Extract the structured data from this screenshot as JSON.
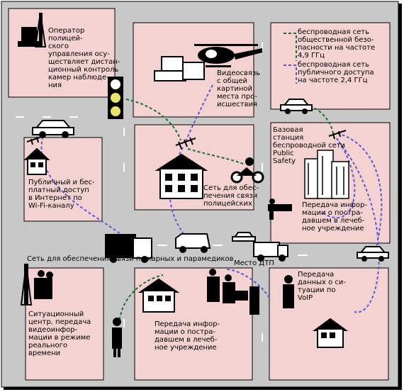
{
  "colors": {
    "street": "#c8c8c8",
    "block": "#f5d2d2",
    "block_border": "#000000",
    "security_link": "#1f6e2a",
    "public_link": "#5a5ad2",
    "frame_shadow": "#000000"
  },
  "legend": {
    "security_network": [
      "беспроводная сеть",
      "общественной безо-",
      "пасности на частоте",
      "4,9 ГГц"
    ],
    "public_network": [
      "беспроводная сеть",
      "публичного доступа",
      "на частоте 2,4 ГГц"
    ]
  },
  "labels": {
    "operator": [
      "Оператор",
      "полицей-",
      "ского",
      "управления осу-",
      "ществляет дистан-",
      "ционный контроль",
      "камер наблюде-",
      "ния"
    ],
    "video": [
      "Видеосвязь",
      "с общей",
      "картиной",
      "места про-",
      "исшествия"
    ],
    "base_station": [
      "Базовая",
      "станция",
      "беспроводной сети",
      "Public",
      "Safety"
    ],
    "public_wifi": [
      "Публичный и бес-",
      "платный доступ",
      "в Интернет по",
      "Wi-Fi-каналу"
    ],
    "police_net": [
      "Сеть для обес-",
      "печения связи",
      "полицейских"
    ],
    "patient_info_right": [
      "Передача инфор-",
      "мации о постра-",
      "давшем в лечеб-",
      "ное учреждение"
    ],
    "fire_paramedic": "Сеть для обеспечения связи пожарных и  парамедиков",
    "dtp": "Место ДТП",
    "situation_center": [
      "Ситуационный",
      "центр, передача",
      "видеоинфор-",
      "мации в режиме",
      "реального",
      "времени"
    ],
    "patient_info_center": [
      "Передача инфор-",
      "мации о постра-",
      "давшем в лечеб-",
      "ное учреждение"
    ],
    "voip": [
      "Передача",
      "данных о си-",
      "туации по",
      "VoIP"
    ]
  },
  "icons": [
    "cctv-tower-icon",
    "helicopter-icon",
    "traffic-light-icon",
    "police-car-icon",
    "satellite-antenna-icon",
    "house-icon",
    "apartment-building-icon",
    "motorcycle-icon",
    "skyscrapers-icon",
    "ambulance-icon",
    "fire-truck-icon",
    "truck-icon",
    "van-icon",
    "rescue-team-icon",
    "police-officer-icon",
    "tower-antenna-icon"
  ]
}
